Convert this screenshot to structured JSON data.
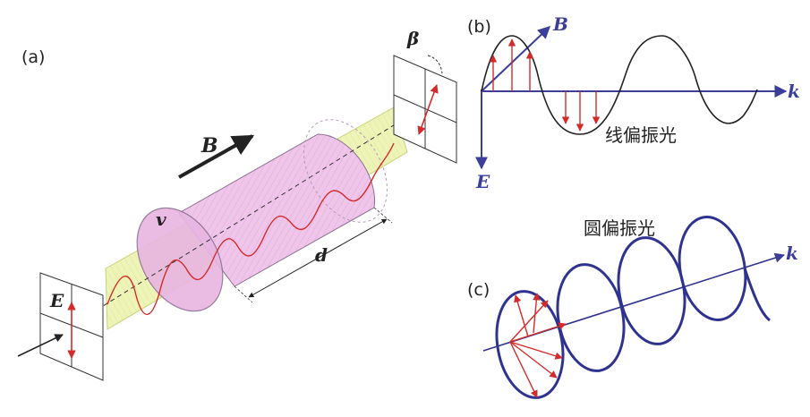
{
  "panels": {
    "a": {
      "label": "(a)",
      "field_B": "B",
      "field_E": "E",
      "verdet": "v",
      "length": "d",
      "rotation": "β"
    },
    "b": {
      "label": "(b)",
      "axis_B": "B",
      "axis_E": "E",
      "axis_k": "k",
      "caption": "线偏振光"
    },
    "c": {
      "label": "(c)",
      "axis_k": "k",
      "caption": "圆偏振光"
    }
  },
  "colors": {
    "wave_red": "#d42a2a",
    "axis_blue": "#3b3f9a",
    "helix_blue": "#2f3390",
    "cylinder_fill": "#efc6ea",
    "plane_fill": "#eef4b8",
    "frame": "#333333"
  }
}
